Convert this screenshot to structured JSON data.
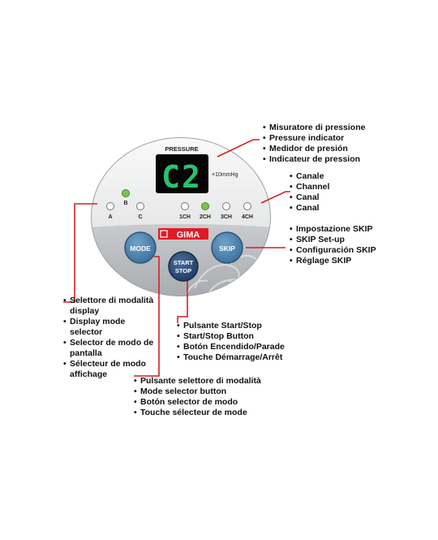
{
  "device": {
    "pressure_label": "PRESSURE",
    "display_value": "C2",
    "display_unit": "×10mmHg",
    "brand": "GIMA",
    "mode_indicators": [
      "A",
      "B",
      "C"
    ],
    "channel_indicators": [
      "1CH",
      "2CH",
      "3CH",
      "4CH"
    ],
    "buttons": {
      "mode": "MODE",
      "skip": "SKIP",
      "start_line1": "START",
      "start_line2": "STOP"
    }
  },
  "callouts": {
    "pressure_indicator": [
      "Misuratore di pressione",
      "Pressure indicator",
      "Medidor de presión",
      "Indicateur de pression"
    ],
    "channel": [
      "Canale",
      "Channel",
      "Canal",
      "Canal"
    ],
    "skip_setup": [
      "Impostazione SKIP",
      "SKIP Set-up",
      "Configuración SKIP",
      "Réglage SKIP"
    ],
    "display_mode_selector": [
      "Selettore di modalità display",
      "Display mode selector",
      "Selector de modo de pantalla",
      "Sélecteur de modo affichage"
    ],
    "start_stop": [
      "Pulsante Start/Stop",
      "Start/Stop Button",
      "Botón Encendido/Parade",
      "Touche Démarrage/Arrêt"
    ],
    "mode_selector_button": [
      "Pulsante selettore di modalità",
      "Mode selector button",
      "Botón selector de modo",
      "Touche sélecteur de mode"
    ]
  },
  "colors": {
    "callout_line": "#d41f26",
    "panel_top": "#f2f2f2",
    "panel_bottom": "#b9bbbf",
    "button_blue": "#4f86b2",
    "button_dark": "#2b4a74",
    "lcd_green": "#22c06a",
    "led_green": "#7cc24f",
    "brand_red": "#e01b24"
  }
}
